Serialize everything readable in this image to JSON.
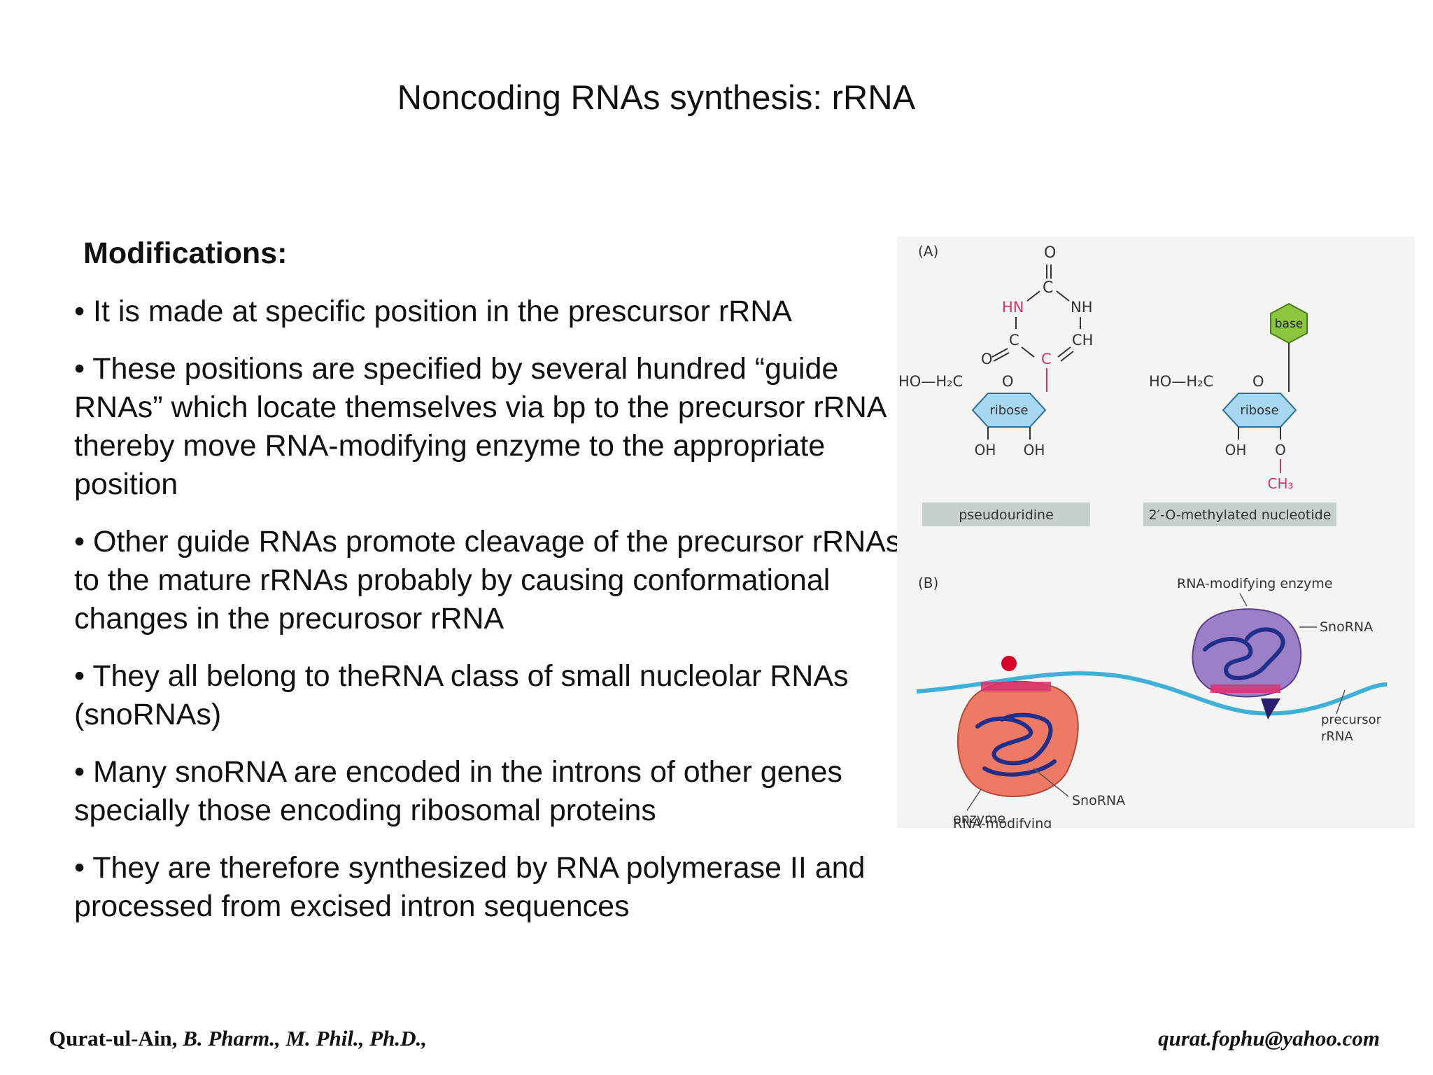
{
  "slide": {
    "title": "Noncoding RNAs synthesis: rRNA",
    "heading": "Modifications:",
    "bullets": [
      "• It is made at specific position in the prescursor rRNA",
      "• These positions are specified by several hundred “guide RNAs” which locate themselves via bp to the precursor rRNA thereby move RNA-modifying enzyme to the appropriate position",
      "• Other guide RNAs promote cleavage of the precursor rRNAs in to the mature rRNAs probably by causing conformational changes in the precurosor rRNA",
      "• They all belong to theRNA class of small nucleolar RNAs (snoRNAs)",
      "• Many snoRNA are encoded in the introns of other genes specially those encoding ribosomal proteins",
      "• They are therefore synthesized by RNA polymerase II and processed from excised intron sequences"
    ]
  },
  "figure": {
    "panel_a_label": "(A)",
    "panel_b_label": "(B)",
    "pseudouridine": {
      "caption": "pseudouridine",
      "o_top": "O",
      "c_top": "C",
      "hn": "HN",
      "nh": "NH",
      "ch": "CH",
      "c_left": "C",
      "c_right": "C",
      "o_left": "O",
      "ho_h2c": "HO—H₂C",
      "ring_o": "O",
      "sugar": "ribose",
      "oh1": "OH",
      "oh2": "OH"
    },
    "methylated": {
      "caption": "2′-O-methylated nucleotide",
      "base": "base",
      "ho_h2c": "HO—H₂C",
      "ring_o": "O",
      "sugar": "ribose",
      "oh": "OH",
      "o": "O",
      "ch3": "CH₃"
    },
    "labels": {
      "enzyme_top": "RNA-modifying enzyme",
      "snorna_top": "SnoRNA",
      "precursor_line1": "precursor",
      "precursor_line2": "rRNA",
      "snorna_bottom": "SnoRNA",
      "enzyme_bottom_line1": "RNA-modifying",
      "enzyme_bottom_line2": "enzyme"
    },
    "colors": {
      "panel_bg": "#f4f4f2",
      "ribose_fill": "#a8d8f0",
      "base_fill": "#8cc63f",
      "pink": "#d6336c",
      "caption_bg": "#c8d0cc",
      "rna_line": "#3fb0d8",
      "enzyme_red": "#ee7a66",
      "enzyme_purple": "#9b7fc7",
      "snorna": "#1f2f8a"
    }
  },
  "footer": {
    "author": "Qurat-ul-Ain, ",
    "degrees": "B. Pharm., M. Phil., Ph.D.,",
    "email": "qurat.fophu@yahoo.com"
  }
}
